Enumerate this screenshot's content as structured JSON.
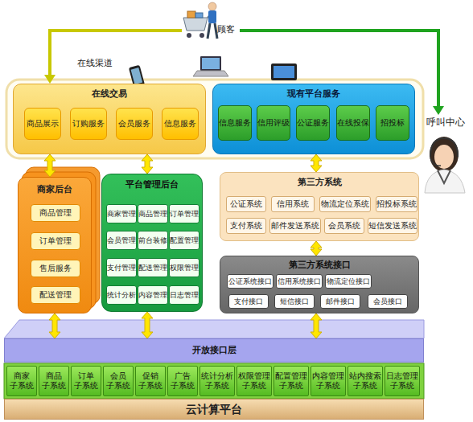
{
  "diagram": {
    "nodes": [
      {
        "text": [
          "顾客"
        ]
      },
      {
        "text": [
          "在线交易"
        ]
      },
      {
        "text": [
          "商品展示"
        ],
        "in": 1
      },
      {
        "text": [
          "订购服务"
        ],
        "in": 1
      },
      {
        "text": [
          "会员服务"
        ],
        "in": 1
      },
      {
        "text": [
          "信息服务"
        ],
        "in": 1
      },
      {
        "text": [
          "现有平台服务"
        ]
      },
      {
        "text": [
          "信息服务"
        ],
        "in": 6
      },
      {
        "text": [
          "信用评级"
        ],
        "in": 6
      },
      {
        "text": [
          "公证服务"
        ],
        "in": 6
      },
      {
        "text": [
          "在线投保"
        ],
        "in": 6
      },
      {
        "text": [
          "招投标"
        ],
        "in": 6
      },
      {
        "text": [
          "呼叫中心"
        ]
      },
      {
        "text": [
          "商家后台"
        ]
      },
      {
        "text": [
          "商品管理"
        ],
        "in": 13
      },
      {
        "text": [
          "订单管理"
        ],
        "in": 13
      },
      {
        "text": [
          "售后服务"
        ],
        "in": 13
      },
      {
        "text": [
          "配送管理"
        ],
        "in": 13
      },
      {
        "text": [
          "平台管理后台"
        ]
      },
      {
        "text": [
          "商家管理"
        ],
        "in": 18
      },
      {
        "text": [
          "商品管理"
        ],
        "in": 18
      },
      {
        "text": [
          "订单管理"
        ],
        "in": 18
      },
      {
        "text": [
          "会员管理"
        ],
        "in": 18
      },
      {
        "text": [
          "前台装修"
        ],
        "in": 18
      },
      {
        "text": [
          "配置管理"
        ],
        "in": 18
      },
      {
        "text": [
          "支付管理"
        ],
        "in": 18
      },
      {
        "text": [
          "配送管理"
        ],
        "in": 18
      },
      {
        "text": [
          "权限管理"
        ],
        "in": 18
      },
      {
        "text": [
          "统计分析"
        ],
        "in": 18
      },
      {
        "text": [
          "内容管理"
        ],
        "in": 18
      },
      {
        "text": [
          "日志管理"
        ],
        "in": 18
      },
      {
        "text": [
          "第三方系统"
        ]
      },
      {
        "text": [
          "公证系统"
        ],
        "in": 31
      },
      {
        "text": [
          "信用系统"
        ],
        "in": 31
      },
      {
        "text": [
          "物流定位系统"
        ],
        "in": 31
      },
      {
        "text": [
          "招投标系统"
        ],
        "in": 31
      },
      {
        "text": [
          "支付系统"
        ],
        "in": 31
      },
      {
        "text": [
          "邮件发送系统"
        ],
        "in": 31
      },
      {
        "text": [
          "会员系统"
        ],
        "in": 31
      },
      {
        "text": [
          "短信发送系统"
        ],
        "in": 31
      },
      {
        "text": [
          "第三方系统接口"
        ]
      },
      {
        "text": [
          "公证系统接口"
        ],
        "in": 40
      },
      {
        "text": [
          "信用系统接口"
        ],
        "in": 40
      },
      {
        "text": [
          "物流定位接口"
        ],
        "in": 40
      },
      {
        "text": [
          "支付接口"
        ],
        "in": 40
      },
      {
        "text": [
          "短信接口"
        ],
        "in": 40
      },
      {
        "text": [
          "邮件接口"
        ],
        "in": 40
      },
      {
        "text": [
          "会员接口"
        ],
        "in": 40
      },
      {
        "text": [
          "开放接口层"
        ]
      },
      {
        "text": [
          "商家 子系统"
        ]
      },
      {
        "text": [
          "商品 子系统"
        ]
      },
      {
        "text": [
          "订单 子系统"
        ]
      },
      {
        "text": [
          "会员 子系统"
        ]
      },
      {
        "text": [
          "促销 子系统"
        ]
      },
      {
        "text": [
          "广告 子系统"
        ]
      },
      {
        "text": [
          "统计分析 子系统"
        ]
      },
      {
        "text": [
          "权限管理 子系统"
        ]
      },
      {
        "text": [
          "配置管理 子系统"
        ]
      },
      {
        "text": [
          "内容管理 子系统"
        ]
      },
      {
        "text": [
          "站内搜索 子系统"
        ]
      },
      {
        "text": [
          "日志管理 子系统"
        ]
      },
      {
        "text": [
          "云计算平台"
        ]
      }
    ],
    "edges": [
      {
        "from": 0,
        "to": 1,
        "arrow": "to"
      },
      {
        "from": 0,
        "to": 12,
        "arrow": "to"
      },
      {
        "from": 1,
        "to": 13,
        "arrow": "both"
      },
      {
        "from": 1,
        "to": 18,
        "arrow": "both"
      },
      {
        "from": 6,
        "to": 31,
        "arrow": "both"
      },
      {
        "from": 31,
        "to": 40,
        "arrow": "both"
      },
      {
        "from": 13,
        "to": 48,
        "arrow": "both"
      },
      {
        "from": 18,
        "to": 48,
        "arrow": "both"
      },
      {
        "from": 40,
        "to": 48,
        "arrow": "both"
      }
    ],
    "labels": [
      "在线渠道"
    ]
  }
}
